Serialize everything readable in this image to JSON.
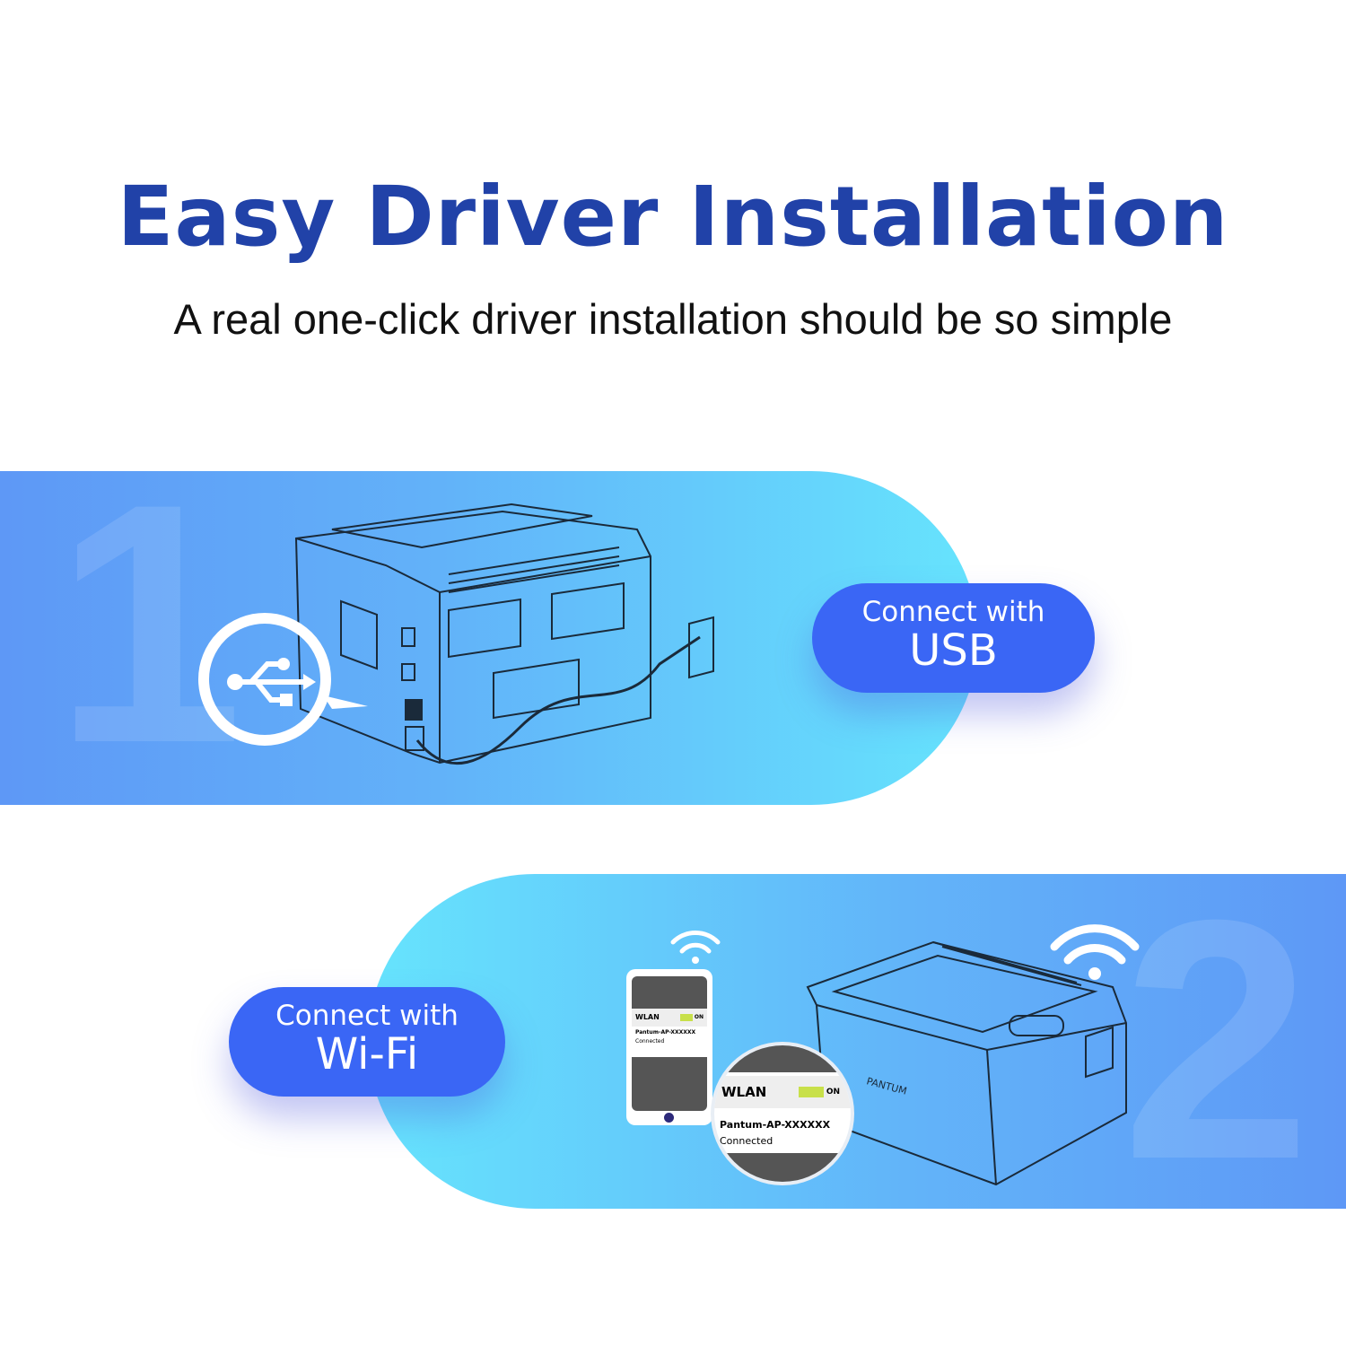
{
  "header": {
    "title": "Easy Driver Installation",
    "subtitle": "A real one-click driver installation should be so simple"
  },
  "step1": {
    "number": "1",
    "pill_line1": "Connect with",
    "pill_line2": "USB",
    "icon": "usb-icon"
  },
  "step2": {
    "number": "2",
    "pill_line1": "Connect with",
    "pill_line2": "Wi-Fi",
    "icon": "wifi-icon",
    "phone": {
      "wlan_label": "WLAN",
      "toggle_label": "ON",
      "network_name": "Pantum-AP-XXXXXX",
      "status": "Connected"
    },
    "printer_brand": "PANTUM"
  },
  "colors": {
    "title": "#2142a8",
    "pill": "#3a66f5",
    "band_blue": "#5e98f6",
    "band_cyan": "#66e4fd"
  }
}
